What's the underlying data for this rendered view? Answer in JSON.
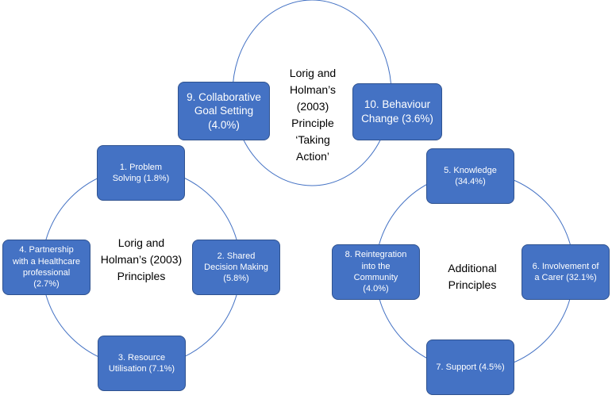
{
  "diagram": {
    "top_circle": {
      "label": "Lorig and\nHolman’s\n(2003)\nPrinciple\n‘Taking\nAction’",
      "boxes": [
        {
          "key": "goal",
          "text": "9. Collaborative\nGoal Setting\n(4.0%)"
        },
        {
          "key": "behaviour",
          "text": "10. Behaviour\nChange (3.6%)"
        }
      ]
    },
    "left_circle": {
      "label": "Lorig and\nHolman’s (2003)\nPrinciples",
      "boxes": [
        {
          "key": "problem",
          "text": "1. Problem\nSolving (1.8%)"
        },
        {
          "key": "shared",
          "text": "2. Shared\nDecision Making\n(5.8%)"
        },
        {
          "key": "resource",
          "text": "3. Resource\nUtilisation (7.1%)"
        },
        {
          "key": "partnership",
          "text": "4. Partnership\nwith a Healthcare\nprofessional\n(2.7%)"
        }
      ]
    },
    "right_circle": {
      "label": "Additional\nPrinciples",
      "boxes": [
        {
          "key": "knowledge",
          "text": "5. Knowledge\n(34.4%)"
        },
        {
          "key": "carer",
          "text": "6. Involvement of\na Carer (32.1%)"
        },
        {
          "key": "support",
          "text": "7. Support (4.5%)"
        },
        {
          "key": "reintegration",
          "text": "8. Reintegration\ninto the\nCommunity\n(4.0%)"
        }
      ]
    },
    "colors": {
      "box_fill": "#4472c4",
      "box_border": "#2f528f",
      "circle_stroke": "#4472c4"
    }
  }
}
